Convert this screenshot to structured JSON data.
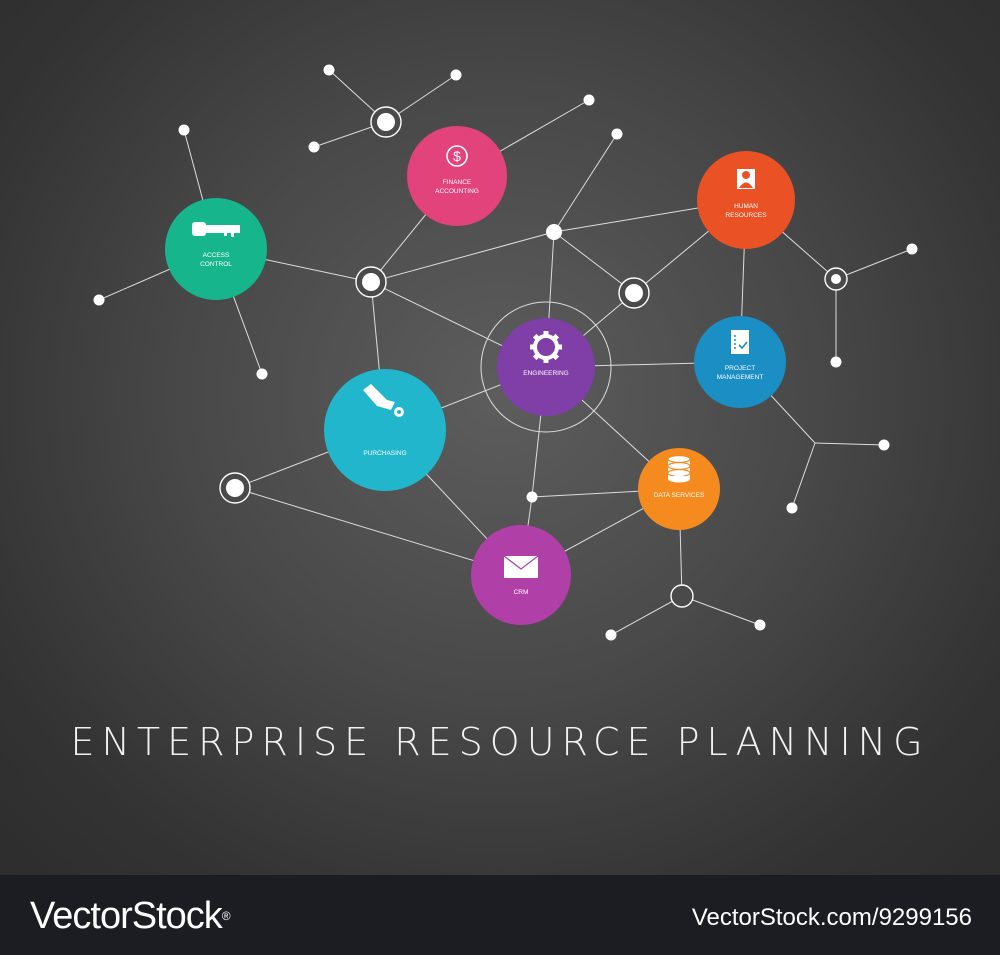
{
  "title": "ENTERPRISE RESOURCE PLANNING",
  "footer": {
    "brand": "VectorStock",
    "registered": "®",
    "stock_id": "VectorStock.com/9299156"
  },
  "nodes": [
    {
      "id": "finance",
      "label_lines": [
        "FINANCE",
        "ACCOUNTING"
      ],
      "icon": "dollar-icon",
      "color": "#e2437a"
    },
    {
      "id": "human-resources",
      "label_lines": [
        "HUMAN",
        "RESOURCES"
      ],
      "icon": "person-icon",
      "color": "#ea5226"
    },
    {
      "id": "access-control",
      "label_lines": [
        "ACCESS",
        "CONTROL"
      ],
      "icon": "key-icon",
      "color": "#17b58c"
    },
    {
      "id": "engineering",
      "label_lines": [
        "ENGINEERING"
      ],
      "icon": "gear-icon",
      "color": "#7f3fa7"
    },
    {
      "id": "project-management",
      "label_lines": [
        "PROJECT",
        "MANAGEMENT"
      ],
      "icon": "clipboard-icon",
      "color": "#1b8ec3"
    },
    {
      "id": "purchasing",
      "label_lines": [
        "PURCHASING"
      ],
      "icon": "hand-coin-icon",
      "color": "#22b6cc"
    },
    {
      "id": "data-services",
      "label_lines": [
        "DATA SERVICES"
      ],
      "icon": "database-icon",
      "color": "#f58a1f"
    },
    {
      "id": "crm",
      "label_lines": [
        "CRM"
      ],
      "icon": "envelope-icon",
      "color": "#b13fa8"
    }
  ],
  "colors": {
    "line": "#dddddd",
    "dot": "#ffffff",
    "background": "#4a4a4a",
    "footer": "#1c1d22"
  }
}
